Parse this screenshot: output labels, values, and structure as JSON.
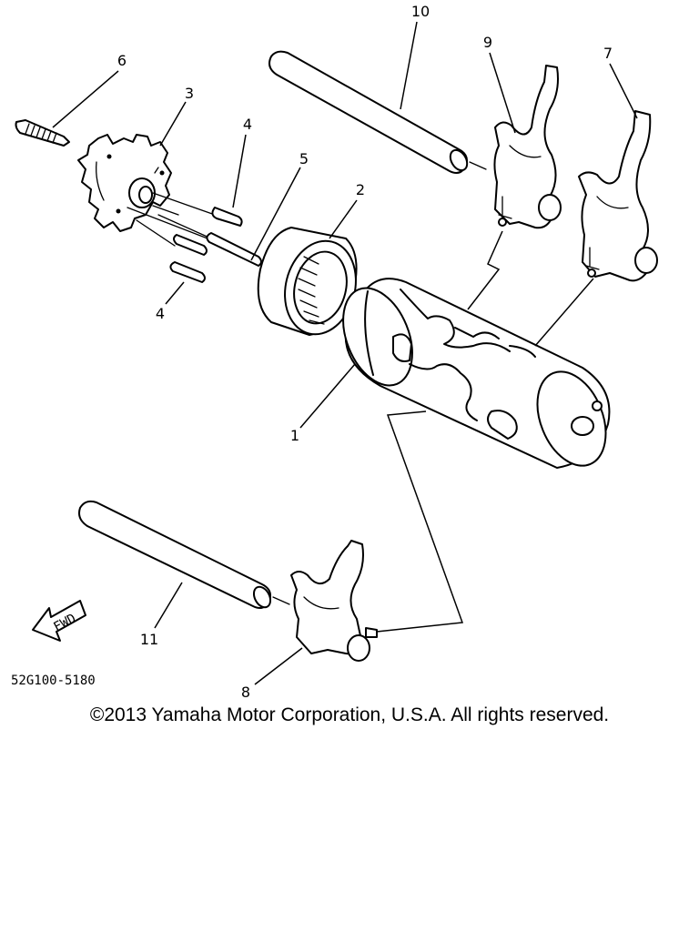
{
  "callouts": {
    "c1": "1",
    "c2": "2",
    "c3": "3",
    "c4a": "4",
    "c4b": "4",
    "c5": "5",
    "c6": "6",
    "c7": "7",
    "c8": "8",
    "c9": "9",
    "c10": "10",
    "c11": "11"
  },
  "direction_label": "FWD",
  "diagram_code": "52G100-5180",
  "copyright": "©2013 Yamaha Motor Corporation, U.S.A. All rights reserved."
}
